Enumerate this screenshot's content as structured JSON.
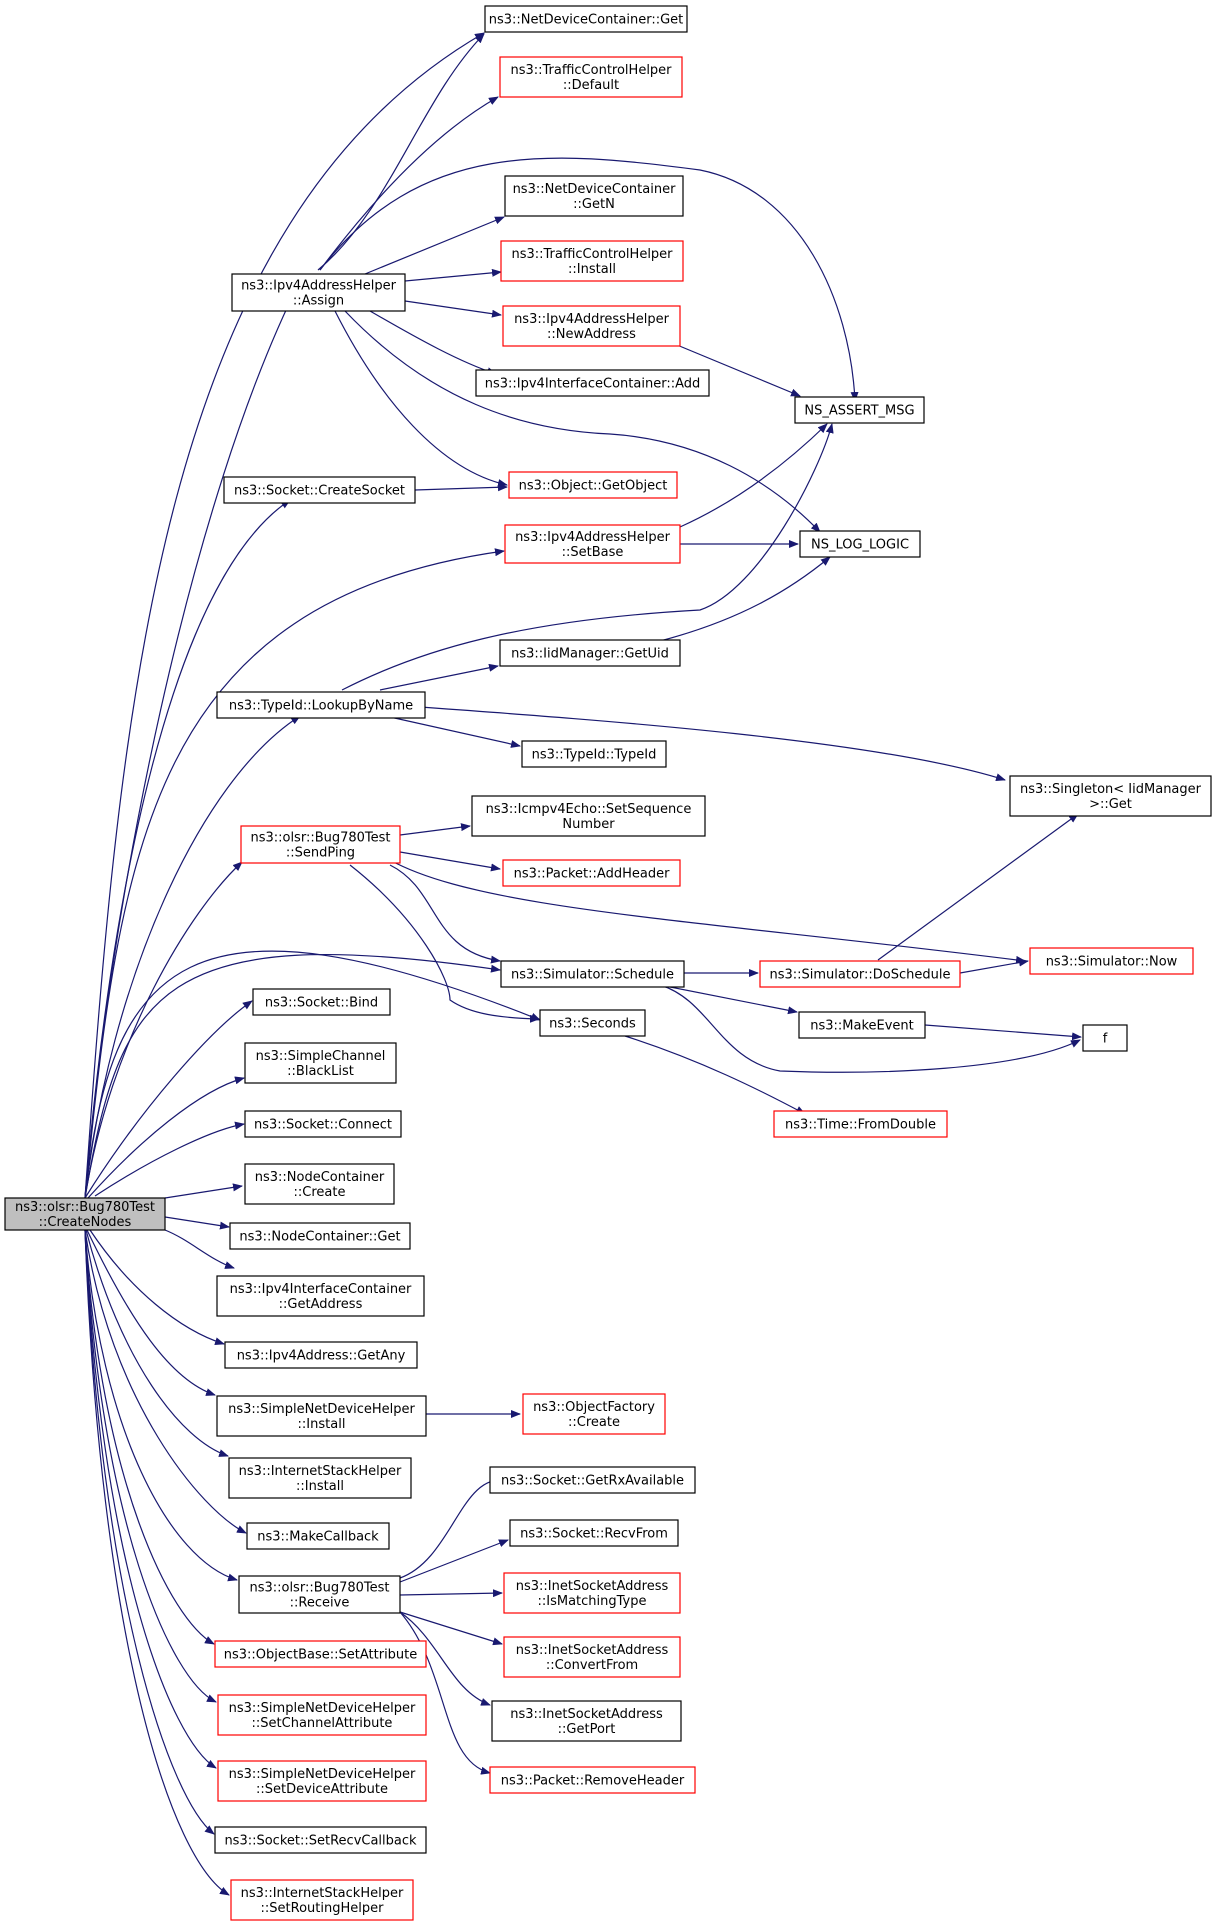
{
  "colors": {
    "edge": "#191970",
    "normal_border": "#000000",
    "red_border": "#ff0000",
    "root_fill": "#bfbfbf",
    "node_fill": "#ffffff"
  },
  "nodes": {
    "root": {
      "lines": [
        "ns3::olsr::Bug780Test",
        "::CreateNodes"
      ],
      "style": "root"
    },
    "nd_get": {
      "lines": [
        "ns3::NetDeviceContainer::Get"
      ],
      "style": "normal"
    },
    "tch_default": {
      "lines": [
        "ns3::TrafficControlHelper",
        "::Default"
      ],
      "style": "red"
    },
    "ndc_getn": {
      "lines": [
        "ns3::NetDeviceContainer",
        "::GetN"
      ],
      "style": "normal"
    },
    "tch_install": {
      "lines": [
        "ns3::TrafficControlHelper",
        "::Install"
      ],
      "style": "red"
    },
    "assign": {
      "lines": [
        "ns3::Ipv4AddressHelper",
        "::Assign"
      ],
      "style": "normal"
    },
    "newaddress": {
      "lines": [
        "ns3::Ipv4AddressHelper",
        "::NewAddress"
      ],
      "style": "red"
    },
    "ic_add": {
      "lines": [
        "ns3::Ipv4InterfaceContainer::Add"
      ],
      "style": "normal"
    },
    "assert": {
      "lines": [
        "NS_ASSERT_MSG"
      ],
      "style": "normal"
    },
    "createsocket": {
      "lines": [
        "ns3::Socket::CreateSocket"
      ],
      "style": "normal"
    },
    "getobject": {
      "lines": [
        "ns3::Object::GetObject"
      ],
      "style": "red"
    },
    "setbase": {
      "lines": [
        "ns3::Ipv4AddressHelper",
        "::SetBase"
      ],
      "style": "red"
    },
    "logic": {
      "lines": [
        "NS_LOG_LOGIC"
      ],
      "style": "normal"
    },
    "getuid": {
      "lines": [
        "ns3::IidManager::GetUid"
      ],
      "style": "normal"
    },
    "lookup": {
      "lines": [
        "ns3::TypeId::LookupByName"
      ],
      "style": "normal"
    },
    "typeid": {
      "lines": [
        "ns3::TypeId::TypeId"
      ],
      "style": "normal"
    },
    "singleton": {
      "lines": [
        "ns3::Singleton< IidManager",
        " >::Get"
      ],
      "style": "normal"
    },
    "sendping": {
      "lines": [
        "ns3::olsr::Bug780Test",
        "::SendPing"
      ],
      "style": "red"
    },
    "icmp": {
      "lines": [
        "ns3::Icmpv4Echo::SetSequence",
        "Number"
      ],
      "style": "normal"
    },
    "addheader": {
      "lines": [
        "ns3::Packet::AddHeader"
      ],
      "style": "red"
    },
    "now": {
      "lines": [
        "ns3::Simulator::Now"
      ],
      "style": "red"
    },
    "schedule": {
      "lines": [
        "ns3::Simulator::Schedule"
      ],
      "style": "normal"
    },
    "doschedule": {
      "lines": [
        "ns3::Simulator::DoSchedule"
      ],
      "style": "red"
    },
    "seconds": {
      "lines": [
        "ns3::Seconds"
      ],
      "style": "normal"
    },
    "makeevent": {
      "lines": [
        "ns3::MakeEvent"
      ],
      "style": "normal"
    },
    "f": {
      "lines": [
        "f"
      ],
      "style": "normal"
    },
    "fromdouble": {
      "lines": [
        "ns3::Time::FromDouble"
      ],
      "style": "red"
    },
    "bind": {
      "lines": [
        "ns3::Socket::Bind"
      ],
      "style": "normal"
    },
    "blacklist": {
      "lines": [
        "ns3::SimpleChannel",
        "::BlackList"
      ],
      "style": "normal"
    },
    "connect": {
      "lines": [
        "ns3::Socket::Connect"
      ],
      "style": "normal"
    },
    "nc_create": {
      "lines": [
        "ns3::NodeContainer",
        "::Create"
      ],
      "style": "normal"
    },
    "nc_get": {
      "lines": [
        "ns3::NodeContainer::Get"
      ],
      "style": "normal"
    },
    "getaddress": {
      "lines": [
        "ns3::Ipv4InterfaceContainer",
        "::GetAddress"
      ],
      "style": "normal"
    },
    "getany": {
      "lines": [
        "ns3::Ipv4Address::GetAny"
      ],
      "style": "normal"
    },
    "sndh_install": {
      "lines": [
        "ns3::SimpleNetDeviceHelper",
        "::Install"
      ],
      "style": "normal"
    },
    "of_create": {
      "lines": [
        "ns3::ObjectFactory",
        "::Create"
      ],
      "style": "red"
    },
    "ish_install": {
      "lines": [
        "ns3::InternetStackHelper",
        "::Install"
      ],
      "style": "normal"
    },
    "makecallback": {
      "lines": [
        "ns3::MakeCallback"
      ],
      "style": "normal"
    },
    "rxavail": {
      "lines": [
        "ns3::Socket::GetRxAvailable"
      ],
      "style": "normal"
    },
    "recvfrom": {
      "lines": [
        "ns3::Socket::RecvFrom"
      ],
      "style": "normal"
    },
    "receive": {
      "lines": [
        "ns3::olsr::Bug780Test",
        "::Receive"
      ],
      "style": "normal"
    },
    "ismatching": {
      "lines": [
        "ns3::InetSocketAddress",
        "::IsMatchingType"
      ],
      "style": "red"
    },
    "convertfrom": {
      "lines": [
        "ns3::InetSocketAddress",
        "::ConvertFrom"
      ],
      "style": "red"
    },
    "setattribute": {
      "lines": [
        "ns3::ObjectBase::SetAttribute"
      ],
      "style": "red"
    },
    "getport": {
      "lines": [
        "ns3::InetSocketAddress",
        "::GetPort"
      ],
      "style": "normal"
    },
    "setchannelattr": {
      "lines": [
        "ns3::SimpleNetDeviceHelper",
        "::SetChannelAttribute"
      ],
      "style": "red"
    },
    "removeheader": {
      "lines": [
        "ns3::Packet::RemoveHeader"
      ],
      "style": "red"
    },
    "setdeviceattr": {
      "lines": [
        "ns3::SimpleNetDeviceHelper",
        "::SetDeviceAttribute"
      ],
      "style": "red"
    },
    "setrecvcallback": {
      "lines": [
        "ns3::Socket::SetRecvCallback"
      ],
      "style": "normal"
    },
    "setrouting": {
      "lines": [
        "ns3::InternetStackHelper",
        "::SetRoutingHelper"
      ],
      "style": "red"
    }
  }
}
